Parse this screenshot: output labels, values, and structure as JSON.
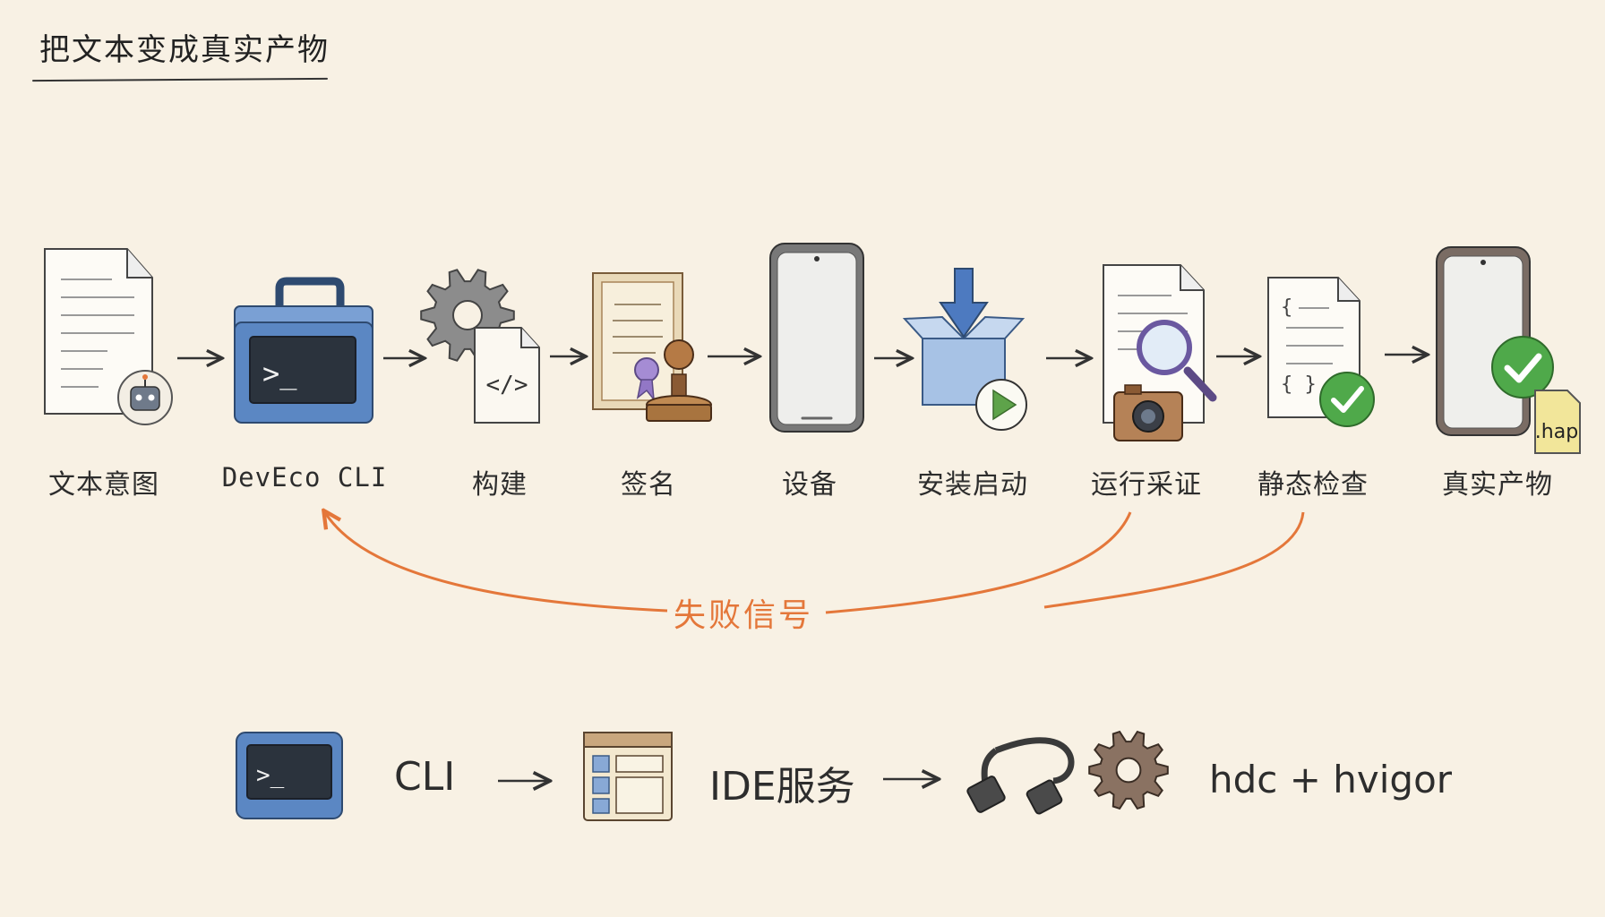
{
  "title": "把文本变成真实产物",
  "steps": [
    {
      "label": "文本意图"
    },
    {
      "label": "DevEco CLI"
    },
    {
      "label": "构建"
    },
    {
      "label": "签名"
    },
    {
      "label": "设备"
    },
    {
      "label": "安装启动"
    },
    {
      "label": "运行采证"
    },
    {
      "label": "静态检查"
    },
    {
      "label": "真实产物"
    }
  ],
  "hap_tag": ".hap",
  "terminal_prompt": ">_",
  "failure_label": "失败信号",
  "bottom": {
    "cli": "CLI",
    "ide": "IDE服务",
    "tools": "hdc + hvigor"
  },
  "colors": {
    "accent": "#e4773a",
    "blue": "#5b87c3",
    "green": "#4fa94a",
    "background": "#f8f1e4"
  }
}
